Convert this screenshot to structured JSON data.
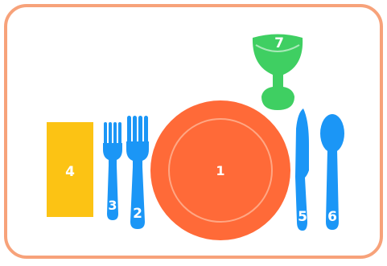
{
  "colors": {
    "frame": "#f7a27a",
    "plate": "#ff6a38",
    "plate_ring": "#ffa784",
    "cutlery": "#1b96f6",
    "napkin": "#fcc314",
    "glass": "#3fcf62",
    "label": "#ffffff"
  },
  "items": {
    "plate": {
      "label": "1"
    },
    "dinner_fork": {
      "label": "2"
    },
    "salad_fork": {
      "label": "3"
    },
    "napkin": {
      "label": "4"
    },
    "knife": {
      "label": "5"
    },
    "spoon": {
      "label": "6"
    },
    "glass": {
      "label": "7"
    }
  }
}
